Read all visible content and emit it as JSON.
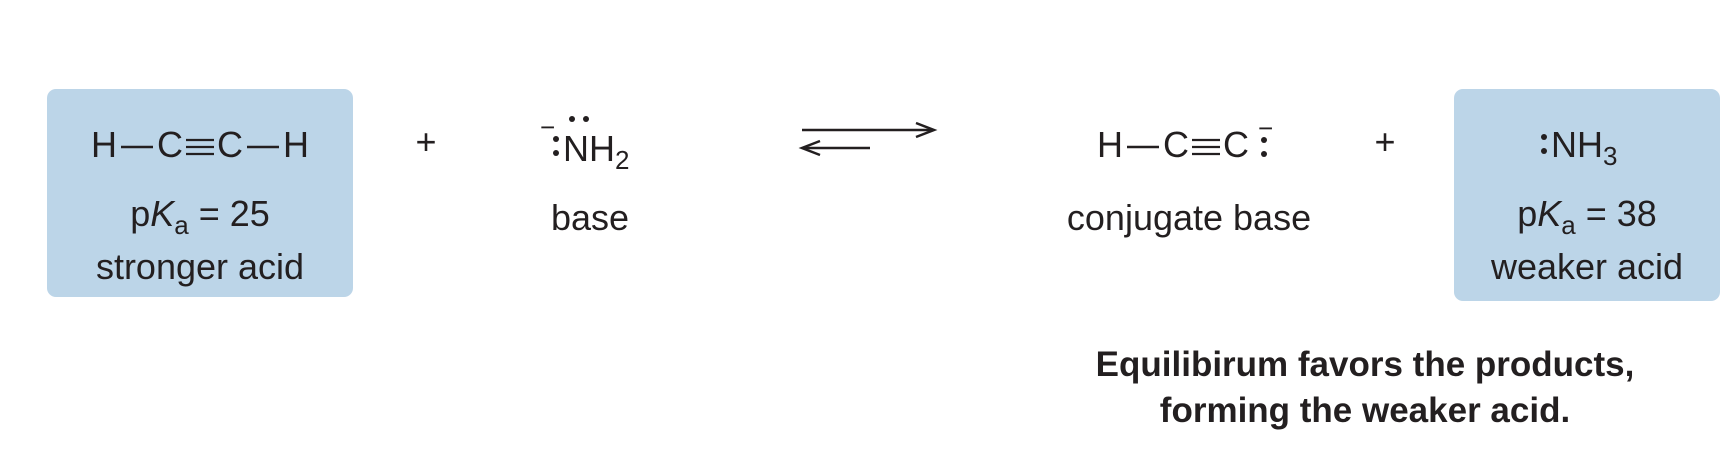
{
  "reactant_acid": {
    "formula_h1": "H",
    "formula_c1": "C",
    "formula_c2": "C",
    "formula_h2": "H",
    "pka_p": "p",
    "pka_k": "K",
    "pka_sub": "a",
    "pka_value": " = 25",
    "label": "stronger acid",
    "box_color": "#bcd5e8"
  },
  "plus_1": "+",
  "reactant_base": {
    "formula_n": "N",
    "formula_h": "H",
    "formula_sub": "2",
    "charge": "−",
    "label": "base"
  },
  "equilibrium_arrows": {
    "type": "equilibrium-favoring-products"
  },
  "product_base": {
    "formula_h": "H",
    "formula_c1": "C",
    "formula_c2": "C",
    "charge": "−",
    "label": "conjugate base"
  },
  "plus_2": "+",
  "product_acid": {
    "formula_n": "NH",
    "formula_sub": "3",
    "pka_p": "p",
    "pka_k": "K",
    "pka_sub": "a",
    "pka_value": " = 38",
    "label": "weaker acid",
    "box_color": "#bcd5e8"
  },
  "conclusion": {
    "line1": "Equilibirum favors the products,",
    "line2": "forming the weaker acid."
  }
}
